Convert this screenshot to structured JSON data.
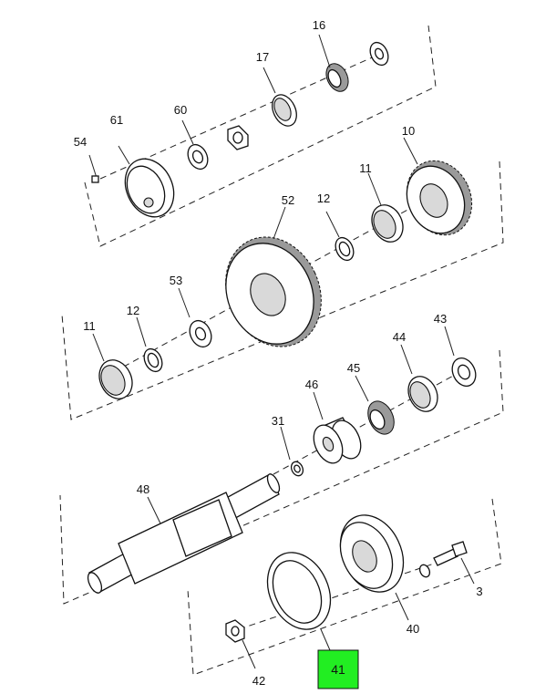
{
  "labels": {
    "p16": "16",
    "p17": "17",
    "p60": "60",
    "p61": "61",
    "p54": "54",
    "p10": "10",
    "p11a": "11",
    "p52": "52",
    "p12a": "12",
    "p53": "53",
    "p11b": "11",
    "p12b": "12",
    "p43": "43",
    "p44": "44",
    "p45": "45",
    "p46": "46",
    "p31": "31",
    "p48": "48",
    "p3": "3",
    "p40": "40",
    "p42": "42",
    "p41": "41"
  },
  "highlight": {
    "part": "41",
    "color": "#22ee22"
  }
}
